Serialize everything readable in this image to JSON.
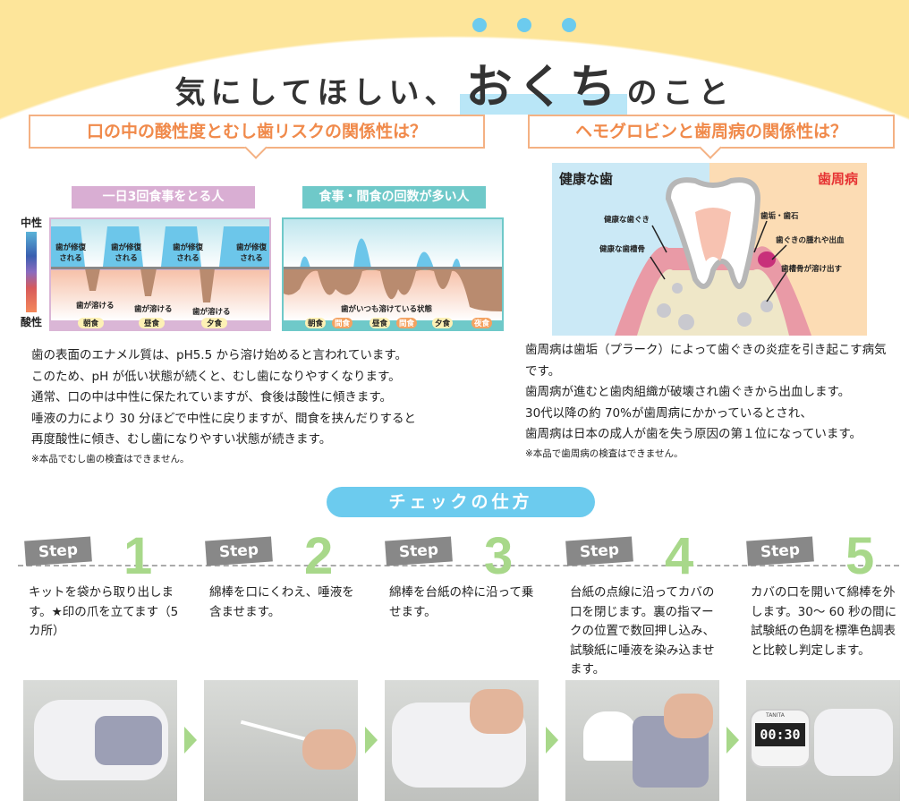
{
  "title": {
    "pre": "気にしてほしい、",
    "highlight": "おくち",
    "post": "のこと"
  },
  "left": {
    "heading": "口の中の酸性度とむし歯リスクの関係性は？",
    "chart1_title": "一日3回食事をとる人",
    "chart2_title": "食事・間食の回数が多い人",
    "scale_top": "中性",
    "scale_bottom": "酸性",
    "repair": "歯が修復される",
    "melt": "歯が溶ける",
    "always_melt": "歯がいつも溶けている状態",
    "meals1": [
      "朝食",
      "昼食",
      "夕食"
    ],
    "meals2": [
      "朝食",
      "間食",
      "昼食",
      "間食",
      "夕食",
      "夜食"
    ],
    "paragraph": [
      "歯の表面のエナメル質は、pH5.5 から溶け始めると言われています。",
      "このため、pH が低い状態が続くと、むし歯になりやすくなります。",
      "通常、口の中は中性に保たれていますが、食後は酸性に傾きます。",
      "唾液の力により 30 分ほどで中性に戻りますが、間食を挟んだりすると",
      "再度酸性に傾き、むし歯になりやすい状態が続きます。"
    ],
    "note": "※本品でむし歯の検査はできません。"
  },
  "right": {
    "heading": "ヘモグロビンと歯周病の関係性は？",
    "healthy": "健康な歯",
    "disease": "歯周病",
    "labels": [
      "健康な歯ぐき",
      "健康な歯槽骨",
      "歯垢・歯石",
      "歯ぐきの腫れや出血",
      "歯槽骨が溶け出す"
    ],
    "paragraph": [
      "歯周病は歯垢（プラーク）によって歯ぐきの炎症を引き起こす病気",
      "です。",
      "歯周病が進むと歯肉組織が破壊され歯ぐきから出血します。",
      "30代以降の約 70%が歯周病にかかっているとされ、",
      "歯周病は日本の成人が歯を失う原因の第１位になっています。"
    ],
    "note": "※本品で歯周病の検査はできません。"
  },
  "check": {
    "title": "チェックの仕方",
    "step_label": "Step",
    "steps": [
      {
        "num": "1",
        "text": "キットを袋から取り出します。★印の爪を立てます（5カ所）"
      },
      {
        "num": "2",
        "text": "綿棒を口にくわえ、唾液を含ませます。"
      },
      {
        "num": "3",
        "text": "綿棒を台紙の枠に沿って乗せます。"
      },
      {
        "num": "4",
        "text": "台紙の点線に沿ってカバの口を閉じます。裏の指マークの位置で数回押し込み、試験紙に唾液を染み込ませます。"
      },
      {
        "num": "5",
        "text": "カバの口を開いて綿棒を外します。30～ 60 秒の間に試験紙の色調を標準色調表と比較し判定します。"
      }
    ],
    "timer": "00:30",
    "timer_brand": "TANITA"
  }
}
